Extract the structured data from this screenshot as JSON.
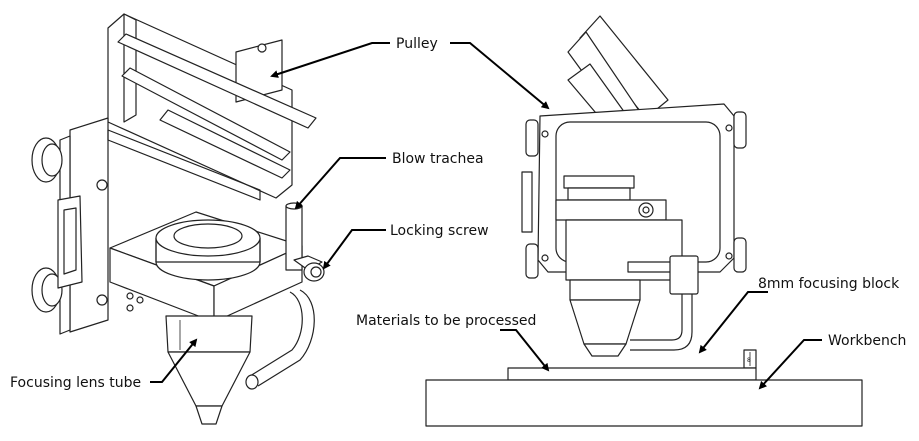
{
  "labels": {
    "pulley": "Pulley",
    "blow_trachea": "Blow trachea",
    "locking_screw": "Locking screw",
    "focusing_lens_tube": "Focusing lens tube",
    "focusing_block": "8mm focusing block",
    "materials": "Materials to be processed",
    "workbench": "Workbench",
    "block_dimension": "8"
  },
  "colors": {
    "line": "#222222",
    "background": "#ffffff"
  }
}
